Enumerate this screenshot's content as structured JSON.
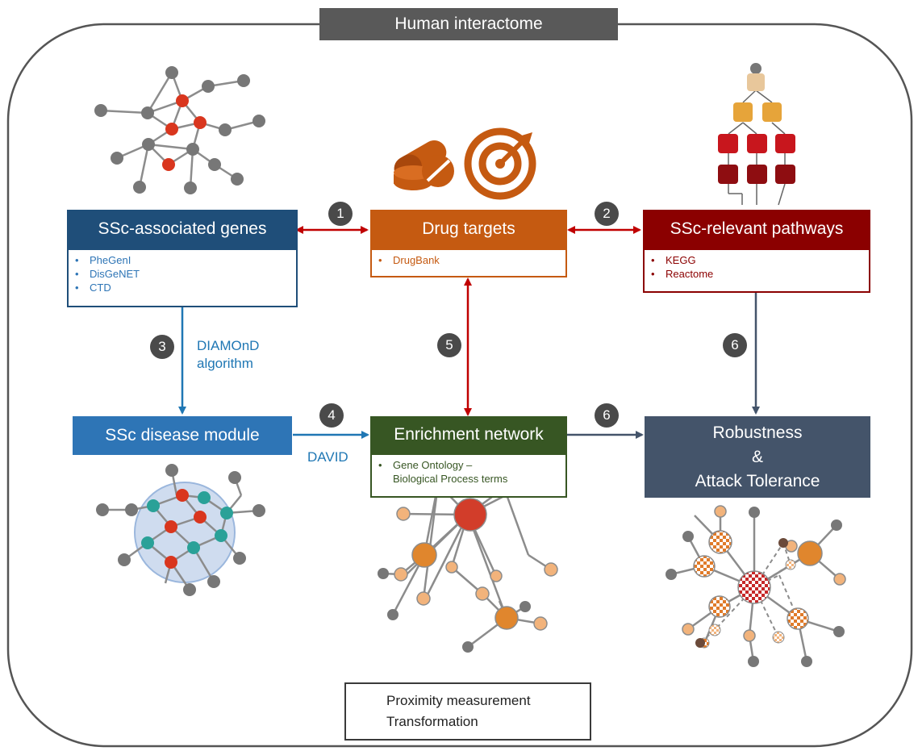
{
  "title": "Human interactome",
  "boxes": {
    "genes": {
      "label": "SSc-associated genes",
      "color": "#1f4e79",
      "sources": [
        "PheGenI",
        "DisGeNET",
        "CTD"
      ],
      "source_color": "#2e75b6"
    },
    "drugs": {
      "label": "Drug targets",
      "color": "#c55a11",
      "sources": [
        "DrugBank"
      ],
      "source_color": "#c55a11"
    },
    "pathways": {
      "label": "SSc-relevant pathways",
      "color": "#8b0000",
      "sources": [
        "KEGG",
        "Reactome"
      ],
      "source_color": "#8b0000"
    },
    "module": {
      "label": "SSc disease module",
      "color": "#2e75b6"
    },
    "enrichment": {
      "label": "Enrichment network",
      "color": "#375623",
      "sources": [
        "Gene Ontology –\nBiological Process terms"
      ],
      "source_color": "#375623"
    },
    "robustness": {
      "label_lines": [
        "Robustness",
        "&",
        "Attack Tolerance"
      ],
      "color": "#44546a"
    }
  },
  "steps": [
    "1",
    "2",
    "3",
    "4",
    "5",
    "6",
    "6"
  ],
  "edge_labels": {
    "diamond_line1": "DIAMOnD",
    "diamond_line2": "algorithm",
    "david": "DAVID"
  },
  "legend": {
    "proximity": "Proximity measurement",
    "transformation": "Transformation",
    "proximity_color": "#c00000",
    "transformation_color": "#1f77b4"
  },
  "icons": [
    "pills-icon",
    "target-icon",
    "pathway-hierarchy-icon",
    "network-icon"
  ]
}
